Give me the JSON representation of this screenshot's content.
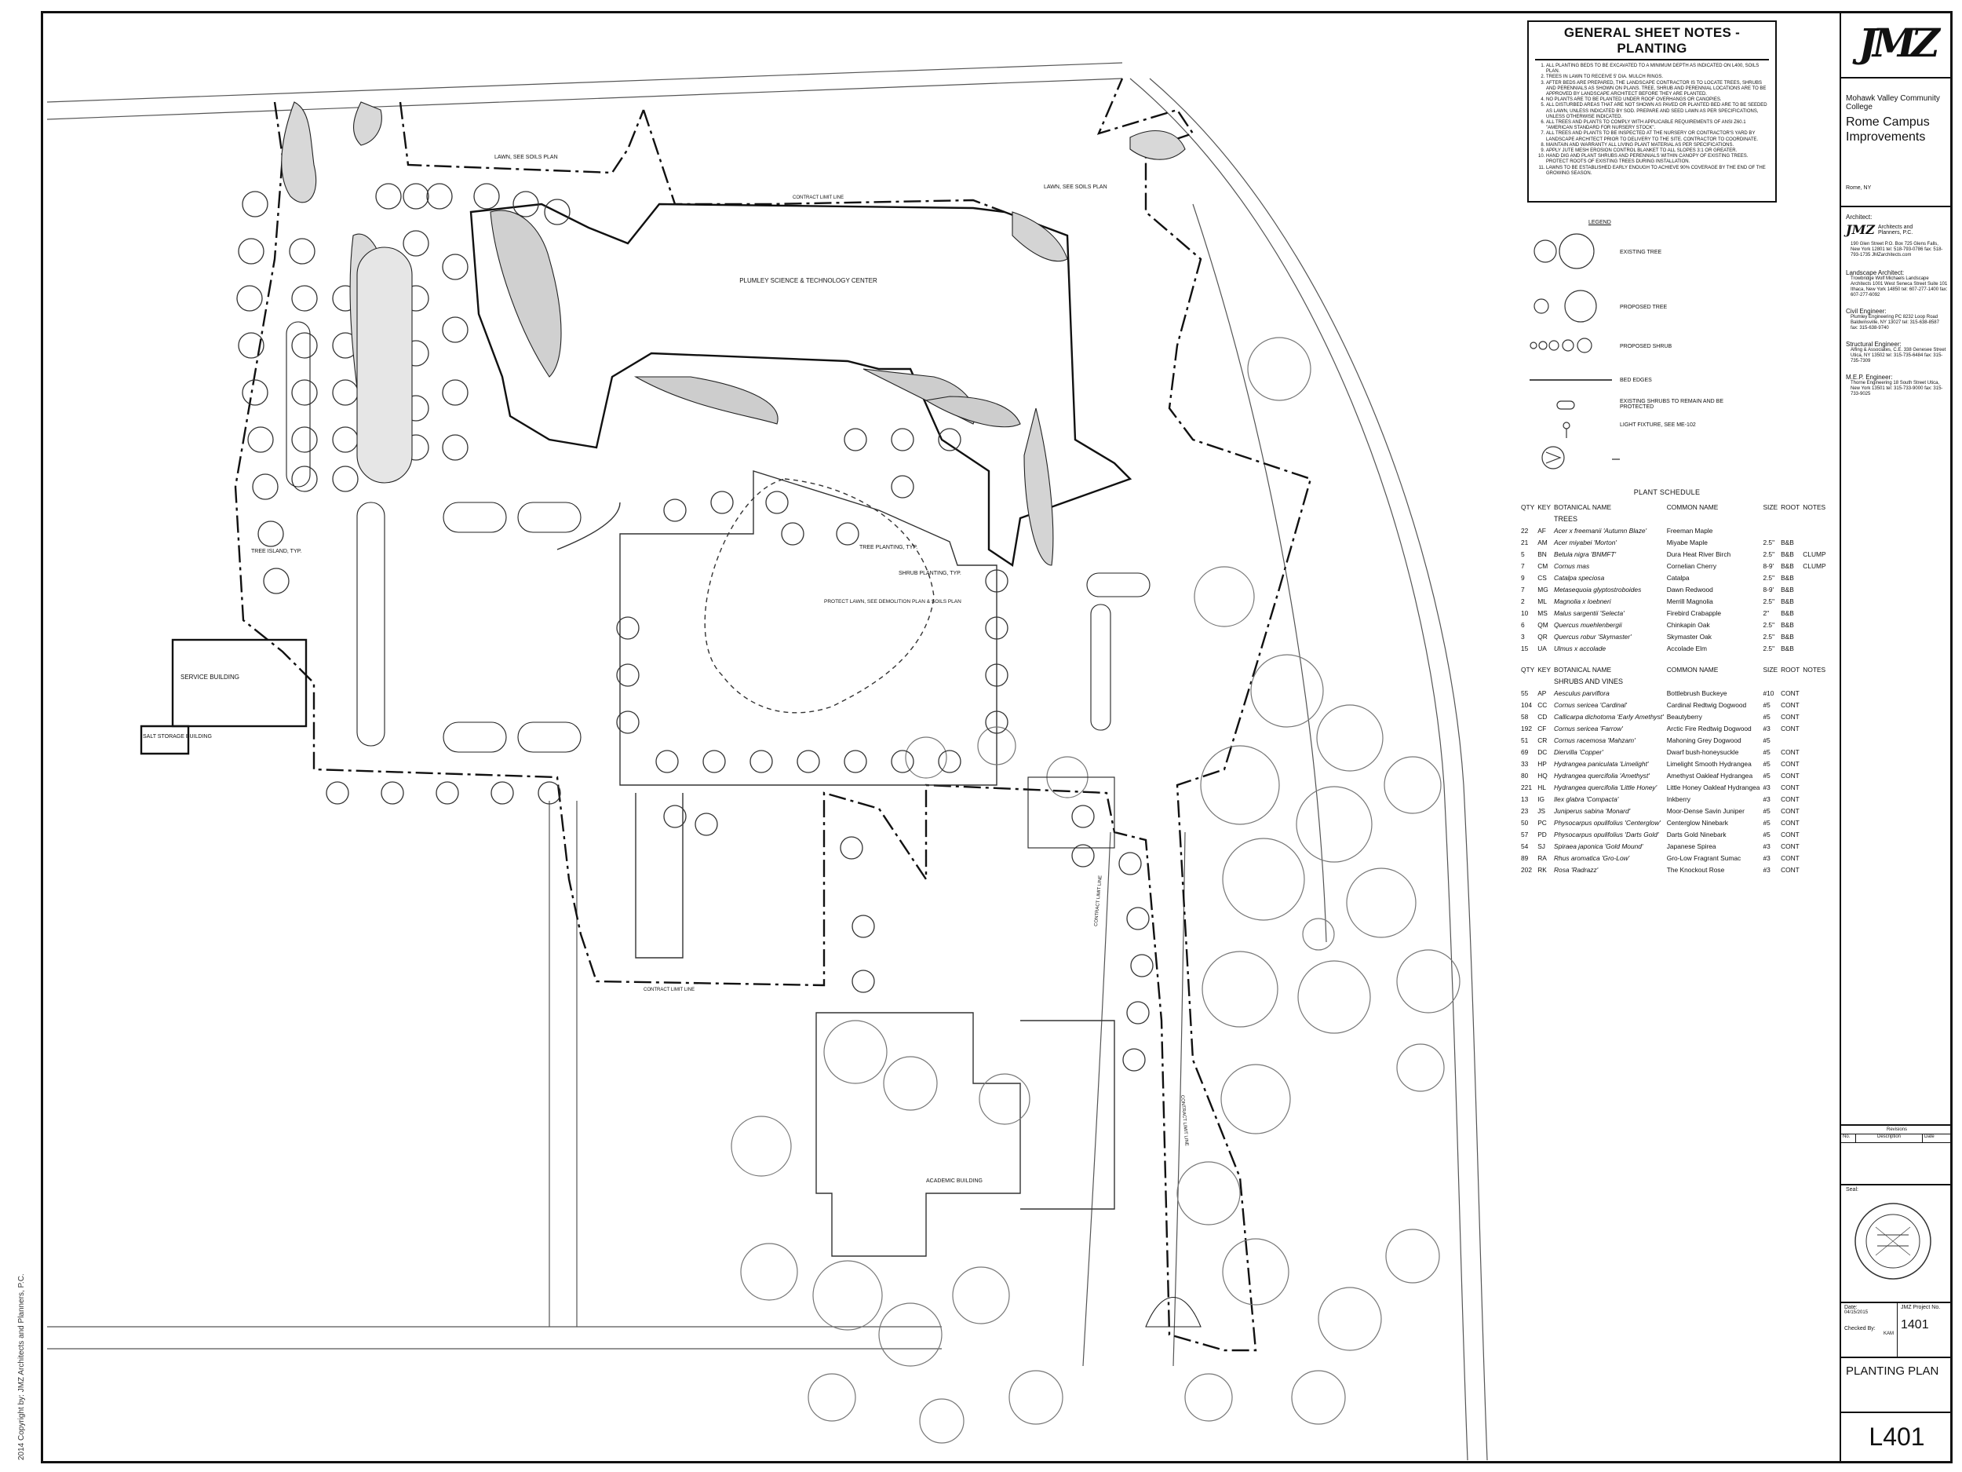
{
  "sheet": {
    "copyright": "2014 Copyright by: JMZ Architects and Planners, P.C."
  },
  "notes": {
    "title": "GENERAL SHEET NOTES - PLANTING",
    "items": [
      "ALL PLANTING BEDS TO BE EXCAVATED TO A MINIMUM DEPTH AS INDICATED ON L400, SOILS PLAN.",
      "TREES IN LAWN TO RECEIVE 5' DIA. MULCH RINGS.",
      "AFTER BEDS ARE PREPARED, THE LANDSCAPE CONTRACTOR IS TO LOCATE TREES, SHRUBS AND PERENNIALS AS SHOWN ON PLANS. TREE, SHRUB AND PERENNIAL LOCATIONS ARE TO BE APPROVED BY LANDSCAPE ARCHITECT BEFORE THEY ARE PLANTED.",
      "NO PLANTS ARE TO BE PLANTED UNDER ROOF OVERHANGS OR CANOPIES.",
      "ALL DISTURBED AREAS THAT ARE NOT SHOWN AS PAVED OR PLANTED BED ARE TO BE SEEDED AS LAWN, UNLESS INDICATED BY SOD. PREPARE AND SEED LAWN AS PER SPECIFICATIONS, UNLESS OTHERWISE INDICATED.",
      "ALL TREES AND PLANTS TO COMPLY WITH APPLICABLE REQUIREMENTS OF ANSI Z60.1 \"AMERICAN STANDARD FOR NURSERY STOCK\".",
      "ALL TREES AND PLANTS TO BE INSPECTED AT THE NURSERY OR CONTRACTOR'S YARD BY LANDSCAPE ARCHITECT PRIOR TO DELIVERY TO THE SITE. CONTRACTOR TO COORDINATE.",
      "MAINTAIN AND WARRANTY ALL LIVING PLANT MATERIAL AS PER SPECIFICATIONS.",
      "APPLY JUTE MESH EROSION CONTROL BLANKET TO ALL SLOPES 3:1 OR GREATER.",
      "HAND DIG AND PLANT SHRUBS AND PERENNIALS WITHIN CANOPY OF EXISTING TREES. PROTECT ROOTS OF EXISTING TREES DURING INSTALLATION.",
      "LAWNS TO BE ESTABLISHED EARLY ENOUGH TO ACHIEVE 90% COVERAGE BY THE END OF THE GROWING SEASON."
    ]
  },
  "legend": {
    "title": "LEGEND",
    "items": [
      "EXISTING TREE",
      "PROPOSED TREE",
      "PROPOSED SHRUB",
      "BED EDGES",
      "EXISTING SHRUBS TO REMAIN AND BE PROTECTED",
      "LIGHT FIXTURE, SEE ME-102"
    ]
  },
  "schedule": {
    "title": "PLANT SCHEDULE",
    "headers": [
      "QTY",
      "KEY",
      "BOTANICAL NAME",
      "COMMON NAME",
      "SIZE",
      "ROOT",
      "NOTES"
    ],
    "trees_label": "TREES",
    "trees": [
      [
        "22",
        "AF",
        "Acer x freemanii 'Autumn Blaze'",
        "Freeman Maple",
        "",
        "",
        ""
      ],
      [
        "21",
        "AM",
        "Acer miyabei 'Morton'",
        "Miyabe Maple",
        "2.5\"",
        "B&B",
        ""
      ],
      [
        "5",
        "BN",
        "Betula nigra 'BNMFT'",
        "Dura Heat River Birch",
        "2.5\"",
        "B&B",
        "CLUMP"
      ],
      [
        "7",
        "CM",
        "Cornus mas",
        "Cornelian Cherry",
        "8-9'",
        "B&B",
        "CLUMP"
      ],
      [
        "9",
        "CS",
        "Catalpa speciosa",
        "Catalpa",
        "2.5\"",
        "B&B",
        ""
      ],
      [
        "7",
        "MG",
        "Metasequoia glyptostroboides",
        "Dawn Redwood",
        "8-9'",
        "B&B",
        ""
      ],
      [
        "2",
        "ML",
        "Magnolia x loebneri",
        "Merrill Magnolia",
        "2.5\"",
        "B&B",
        ""
      ],
      [
        "10",
        "MS",
        "Malus sargentii 'Selecta'",
        "Firebird Crabapple",
        "2\"",
        "B&B",
        ""
      ],
      [
        "6",
        "QM",
        "Quercus muehlenbergii",
        "Chinkapin Oak",
        "2.5\"",
        "B&B",
        ""
      ],
      [
        "3",
        "QR",
        "Quercus robur 'Skymaster'",
        "Skymaster Oak",
        "2.5\"",
        "B&B",
        ""
      ],
      [
        "15",
        "UA",
        "Ulmus x accolade",
        "Accolade Elm",
        "2.5\"",
        "B&B",
        ""
      ]
    ],
    "shrubs_label": "SHRUBS AND VINES",
    "shrubs": [
      [
        "55",
        "AP",
        "Aesculus parviflora",
        "Bottlebrush Buckeye",
        "#10",
        "CONT",
        ""
      ],
      [
        "104",
        "CC",
        "Cornus sericea 'Cardinal'",
        "Cardinal Redtwig Dogwood",
        "#5",
        "CONT",
        ""
      ],
      [
        "58",
        "CD",
        "Callicarpa dichotoma 'Early Amethyst'",
        "Beautyberry",
        "#5",
        "CONT",
        ""
      ],
      [
        "192",
        "CF",
        "Cornus sericea 'Farrow'",
        "Arctic Fire Redtwig Dogwood",
        "#3",
        "CONT",
        ""
      ],
      [
        "51",
        "CR",
        "Cornus racemosa 'Mahzam'",
        "Mahoning Grey Dogwood",
        "#5",
        "",
        ""
      ],
      [
        "69",
        "DC",
        "Diervilla 'Copper'",
        "Dwarf bush-honeysuckle",
        "#5",
        "CONT",
        ""
      ],
      [
        "33",
        "HP",
        "Hydrangea paniculata 'Limelight'",
        "Limelight Smooth Hydrangea",
        "#5",
        "CONT",
        ""
      ],
      [
        "80",
        "HQ",
        "Hydrangea quercifolia 'Amethyst'",
        "Amethyst Oakleaf Hydrangea",
        "#5",
        "CONT",
        ""
      ],
      [
        "221",
        "HL",
        "Hydrangea quercifolia 'Little Honey'",
        "Little Honey Oakleaf Hydrangea",
        "#3",
        "CONT",
        ""
      ],
      [
        "13",
        "IG",
        "Ilex glabra 'Compacta'",
        "Inkberry",
        "#3",
        "CONT",
        ""
      ],
      [
        "23",
        "JS",
        "Juniperus sabina 'Monard'",
        "Moor-Dense Savin Juniper",
        "#5",
        "CONT",
        ""
      ],
      [
        "50",
        "PC",
        "Physocarpus opulifolius 'Centerglow'",
        "Centerglow Ninebark",
        "#5",
        "CONT",
        ""
      ],
      [
        "57",
        "PD",
        "Physocarpus opulifolius 'Darts Gold'",
        "Darts Gold Ninebark",
        "#5",
        "CONT",
        ""
      ],
      [
        "54",
        "SJ",
        "Spiraea japonica 'Gold Mound'",
        "Japanese Spirea",
        "#3",
        "CONT",
        ""
      ],
      [
        "89",
        "RA",
        "Rhus aromatica 'Gro-Low'",
        "Gro-Low Fragrant Sumac",
        "#3",
        "CONT",
        ""
      ],
      [
        "202",
        "RK",
        "Rosa 'Radrazz'",
        "The Knockout Rose",
        "#3",
        "CONT",
        ""
      ]
    ]
  },
  "plan_labels": {
    "science_center": "PLUMLEY SCIENCE & TECHNOLOGY CENTER",
    "service_building": "SERVICE BUILDING",
    "salt_storage": "SALT STORAGE BUILDING",
    "academic_building": "ACADEMIC BUILDING",
    "lawn_note_1": "LAWN, SEE SOILS PLAN",
    "lawn_note_2": "LAWN, SEE SOILS PLAN",
    "contract_limit_1": "CONTRACT LIMIT LINE",
    "contract_limit_2": "CONTRACT LIMIT LINE",
    "contract_limit_3": "CONTRACT LIMIT LINE",
    "contract_limit_4": "CONTRACT LIMIT LINE",
    "tree_island": "TREE ISLAND, TYP.",
    "tree_planting": "TREE PLANTING, TYP.",
    "shrub_planting": "SHRUB PLANTING, TYP.",
    "protect_lawn": "PROTECT LAWN, SEE DEMOLITION PLAN & SOILS PLAN"
  },
  "title_block": {
    "logo": "JMZ",
    "client": "Mohawk Valley Community College",
    "project": "Rome Campus Improvements",
    "location": "Rome, NY",
    "architect_role": "Architect:",
    "architect_name": "Architects and Planners, P.C.",
    "architect_addr": "190 Glen Street P.O. Box 725 Glens Falls, New York 12801 tel: 518-793-0786 fax: 518-793-1735 JMZarchitects.com",
    "landscape_role": "Landscape Architect:",
    "landscape_name": "Trowbridge Wolf Michaels Landscape Architects 1001 West Seneca Street Suite 101 Ithaca, New York 14850 tel: 607-277-1400 fax: 607-277-6092",
    "civil_role": "Civil Engineer:",
    "civil_name": "Plumley Engineering PC 8232 Loop Road Baldwinsville, NY 13027 tel: 315-638-8587 fax: 315-638-9740",
    "structural_role": "Structural Engineer:",
    "structural_name": "Alfing & Associates, C.E. 338 Genesee Street Utica, NY 13502 tel: 315-735-6484 fax: 315-735-7309",
    "mep_role": "M.E.P. Engineer:",
    "mep_name": "Thorne Engineering 18 South Street Utica, New York 13501 tel: 315-733-9000 fax: 315-733-9025",
    "revisions_label": "Revisions",
    "rev_no": "No.",
    "rev_desc": "Description",
    "rev_date": "Date",
    "seal_label": "Seal:",
    "date_label": "Date:",
    "date_value": "04/15/2015",
    "project_no_label": "JMZ Project No.",
    "project_no": "1401",
    "checked_label": "Checked By:",
    "checked_value": "KAM",
    "sheet_title": "PLANTING PLAN",
    "sheet_number": "L401"
  }
}
